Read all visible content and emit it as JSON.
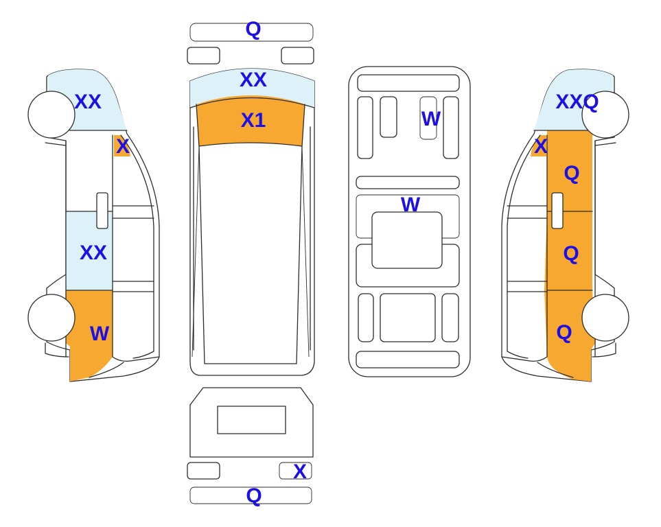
{
  "colors": {
    "orange": "#f7a830",
    "light_blue": "#ddf2f8",
    "label_blue": "#1c10e6",
    "outline": "#2b2b2b"
  },
  "left_view": {
    "windshield_label": "XX",
    "front_door_glass_label": "X",
    "middle_glass_label": "XX",
    "rear_quarter_label": "W"
  },
  "top_view": {
    "front_bumper_label": "Q",
    "windshield_label": "XX",
    "hood_label": "X1"
  },
  "roof_view": {
    "small_panel_label": "W",
    "center_panel_label": "W"
  },
  "right_view": {
    "windshield_label": "XXQ",
    "front_door_glass_label": "X",
    "panel_upper_label": "Q",
    "panel_middle_label": "Q",
    "panel_lower_label": "Q"
  },
  "rear_view": {
    "light_label": "X",
    "rear_bumper_label": "Q"
  }
}
